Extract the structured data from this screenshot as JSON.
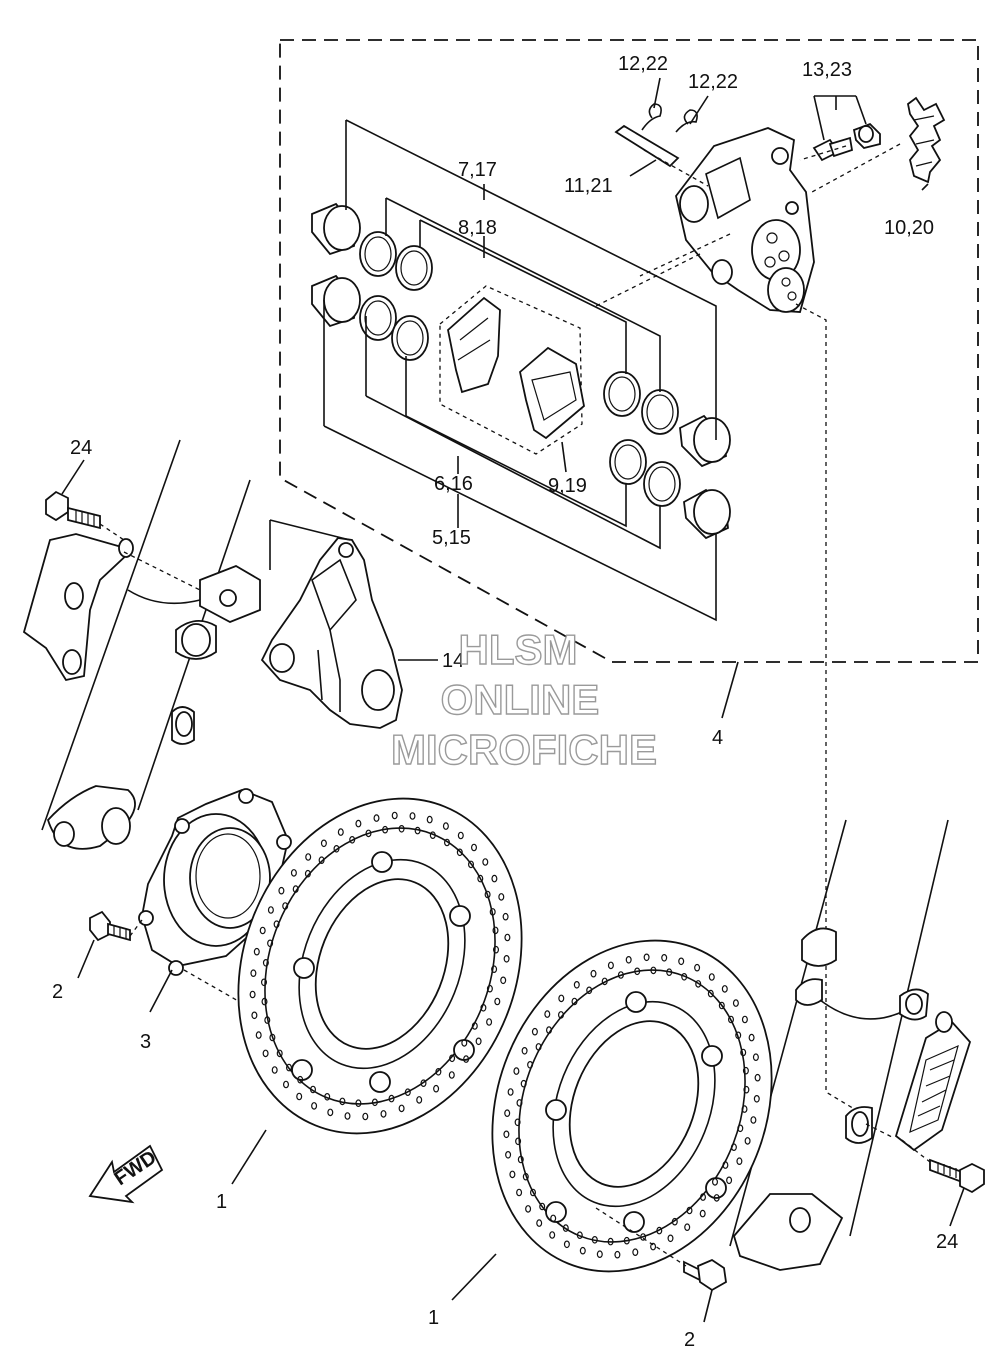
{
  "watermark": {
    "line1": "HLSM",
    "line2": "ONLINE",
    "line3": "MICROFICHE"
  },
  "direction_arrow": {
    "label": "FWD"
  },
  "callouts": {
    "c12_22_a": "12,22",
    "c12_22_b": "12,22",
    "c13_23": "13,23",
    "c11_21": "11,21",
    "c10_20": "10,20",
    "c7_17": "7,17",
    "c8_18": "8,18",
    "c6_16": "6,16",
    "c5_15": "5,15",
    "c9_19": "9,19",
    "c14": "14",
    "c4": "4",
    "c24_left": "24",
    "c24_right": "24",
    "c2_left": "2",
    "c2_bottom": "2",
    "c3": "3",
    "c1_left": "1",
    "c1_bottom": "1"
  }
}
